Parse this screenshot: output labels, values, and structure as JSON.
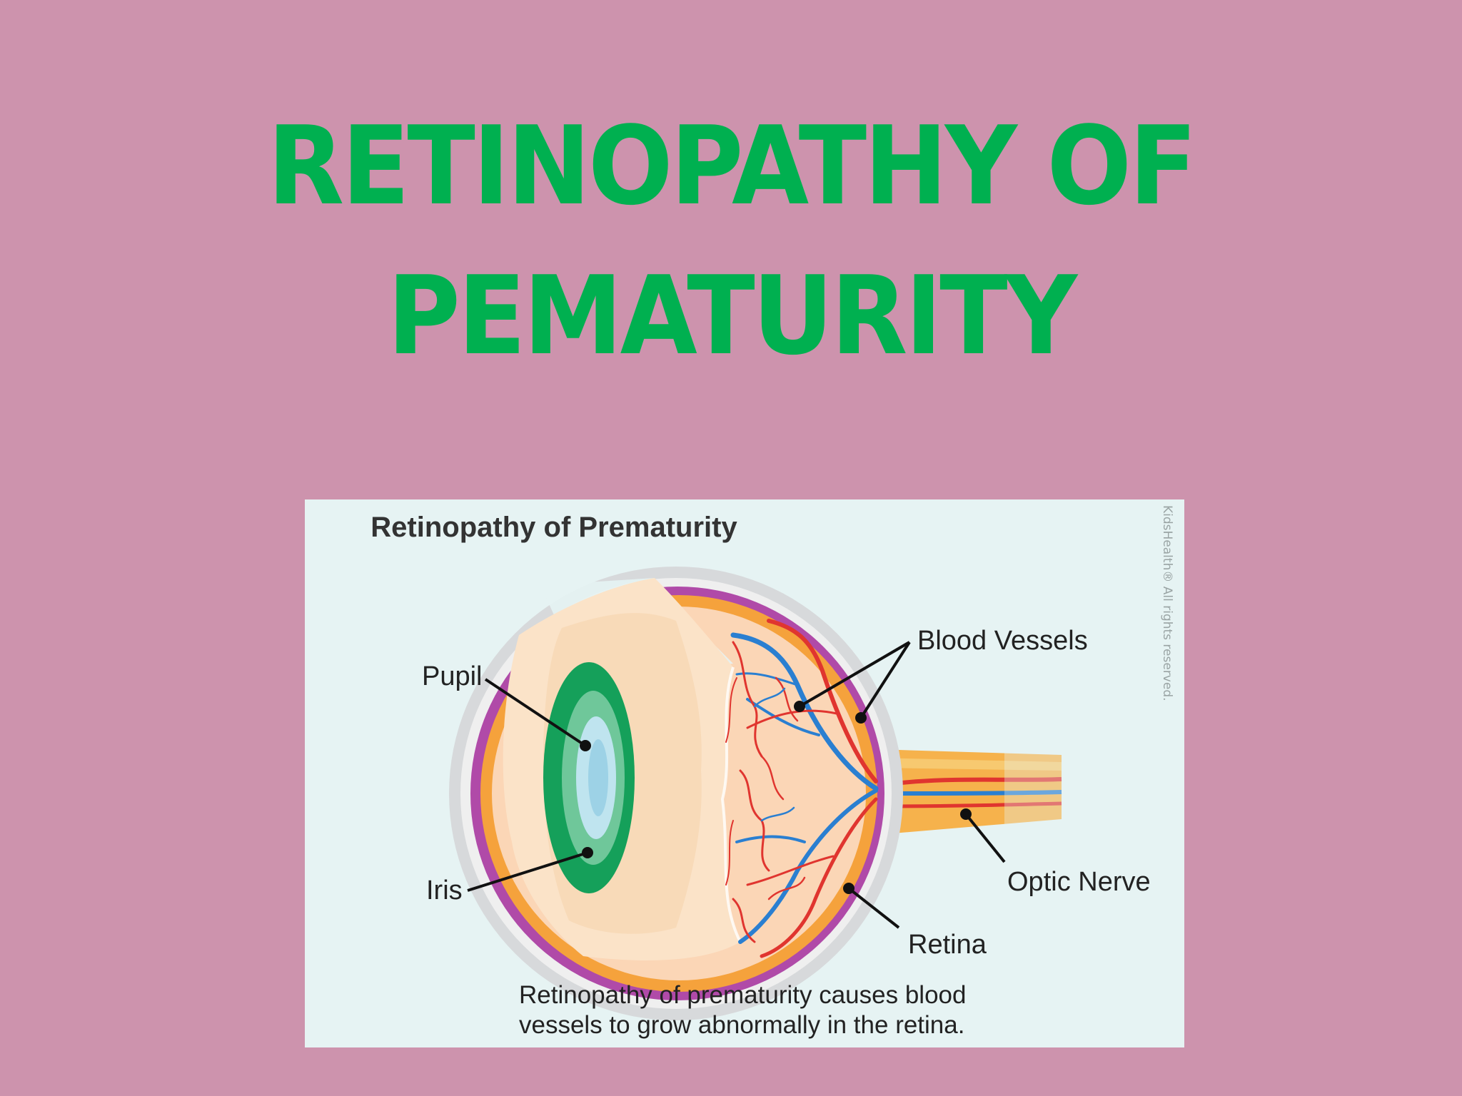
{
  "slide": {
    "title_line_1": "RETINOPATHY OF",
    "title_line_2": "PEMATURITY",
    "title_color": "#00b050",
    "background_color": "#cd93ad"
  },
  "figure": {
    "title": "Retinopathy of Prematurity",
    "labels": {
      "pupil": "Pupil",
      "iris": "Iris",
      "blood_vessels": "Blood Vessels",
      "optic_nerve": "Optic Nerve",
      "retina": "Retina"
    },
    "caption_line_1": "Retinopathy of prematurity causes blood",
    "caption_line_2": "vessels to grow abnormally in the retina.",
    "credit": "KidsHealth® All rights reserved.",
    "colors": {
      "background": "#e6f3f3",
      "iris": "#15a05a",
      "retina": "#f5a23c",
      "choroid": "#b04aa8",
      "artery": "#e0352f",
      "vein": "#2a7fd1"
    }
  }
}
